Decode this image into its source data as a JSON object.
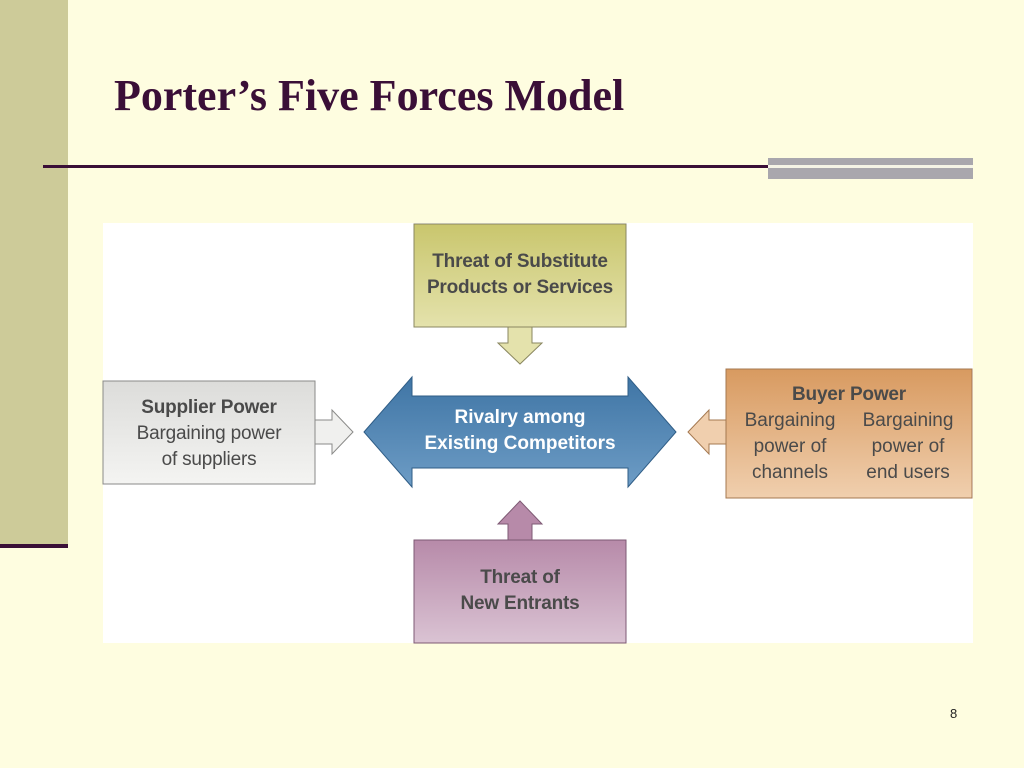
{
  "slide": {
    "title": "Porter’s Five Forces Model",
    "page_number": "8"
  },
  "diagram": {
    "substitutes": {
      "line1": "Threat of Substitute",
      "line2": "Products or Services",
      "color": "#c9c66d"
    },
    "supplier": {
      "title": "Supplier Power",
      "line1": "Bargaining power",
      "line2": "of suppliers",
      "color": "#e6e6e4"
    },
    "rivalry": {
      "line1": "Rivalry among",
      "line2": "Existing Competitors",
      "color": "#4a7fae"
    },
    "buyer": {
      "title": "Buyer Power",
      "col1_line1": "Bargaining",
      "col1_line2": "power of",
      "col1_line3": "channels",
      "col2_line1": "Bargaining",
      "col2_line2": "power of",
      "col2_line3": "end users",
      "color": "#dea876"
    },
    "entrants": {
      "line1": "Threat of",
      "line2": "New Entrants",
      "color": "#bc93b0"
    }
  }
}
